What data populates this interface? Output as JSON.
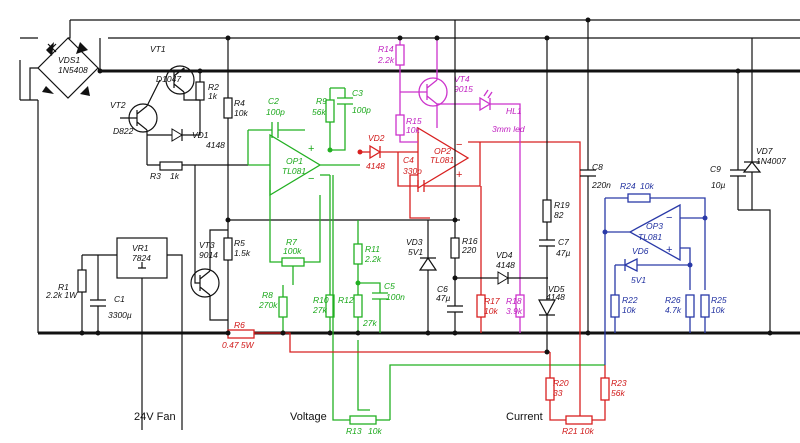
{
  "labels": {
    "vds1_name": "VDS1",
    "vds1_val": "1N5408",
    "vt1_name": "VT1",
    "vt1_val": "D1047",
    "vt2_name": "VT2",
    "vt2_val": "D822",
    "r2_name": "R2",
    "r2_val": "1k",
    "r4_name": "R4",
    "r4_val": "10k",
    "vd1_name": "VD1",
    "vd1_val": "4148",
    "r3_name": "R3",
    "r3_val": "1k",
    "c2_name": "C2",
    "c2_val": "100p",
    "r9_name": "R9",
    "r9_val": "56k",
    "c3_name": "C3",
    "c3_val": "100p",
    "op1_name": "OP1",
    "op1_val": "TL081",
    "vd2_name": "VD2",
    "vd2_val": "4148",
    "r14_name": "R14",
    "r14_val": "2.2k",
    "vt4_name": "VT4",
    "vt4_val": "9015",
    "r15_name": "R15",
    "r15_val": "10k",
    "hl1_name": "HL1",
    "hl1_val": "3mm led",
    "op2_name": "OP2",
    "op2_val": "TL081",
    "c4_name": "C4",
    "c4_val": "330p",
    "c8_name": "C8",
    "c8_val": "220n",
    "vd7_name": "VD7",
    "vd7_val": "1N4007",
    "c9_name": "C9",
    "c9_val": "10µ",
    "r24_name": "R24",
    "r24_val": "10k",
    "op3_name": "OP3",
    "op3_val": "TL081",
    "vd6_name": "VD6",
    "vd6_val": "5V1",
    "r22_name": "R22",
    "r22_val": "10k",
    "r26_name": "R26",
    "r26_val": "4.7k",
    "r25_name": "R25",
    "r25_val": "10k",
    "r19_name": "R19",
    "r19_val": "82",
    "c7_name": "C7",
    "c7_val": "47µ",
    "vr1_name": "VR1",
    "vr1_val": "7824",
    "r1_name": "R1",
    "r1_val": "2.2k 1W",
    "c1_name": "C1",
    "c1_val": "3300µ",
    "vt3_name": "VT3",
    "vt3_val": "9014",
    "r5_name": "R5",
    "r5_val": "1.5k",
    "r7_name": "R7",
    "r7_val": "100k",
    "r8_name": "R8",
    "r8_val": "270k",
    "r10_name": "R10",
    "r10_val": "27k",
    "r11_name": "R11",
    "r11_val": "2.2k",
    "c5_name": "C5",
    "c5_val": "100n",
    "r12_name": "R12",
    "r12_val": "27k",
    "vd3_name": "VD3",
    "vd3_val": "5V1",
    "r16_name": "R16",
    "r16_val": "220",
    "vd4_name": "VD4",
    "vd4_val": "4148",
    "c6_name": "C6",
    "c6_val": "47µ",
    "vd5_name": "VD5",
    "vd5_val": "4148",
    "r17_name": "R17",
    "r17_val": "10k",
    "r18_name": "R18",
    "r18_val": "3.9k",
    "r6_name": "R6",
    "r6_val": "0.47 5W",
    "r20_name": "R20",
    "r20_val": "33",
    "r23_name": "R23",
    "r23_val": "56k",
    "r13_name": "R13",
    "r13_val": "10k",
    "r21_name": "R21",
    "r21_val": "10k",
    "fan_label": "24V Fan",
    "voltage_label": "Voltage",
    "current_label": "Current"
  },
  "colors": {
    "black": "#111111",
    "green": "#22b022",
    "red": "#d82020",
    "magenta": "#cc33cc",
    "blue": "#2a3aa8"
  }
}
